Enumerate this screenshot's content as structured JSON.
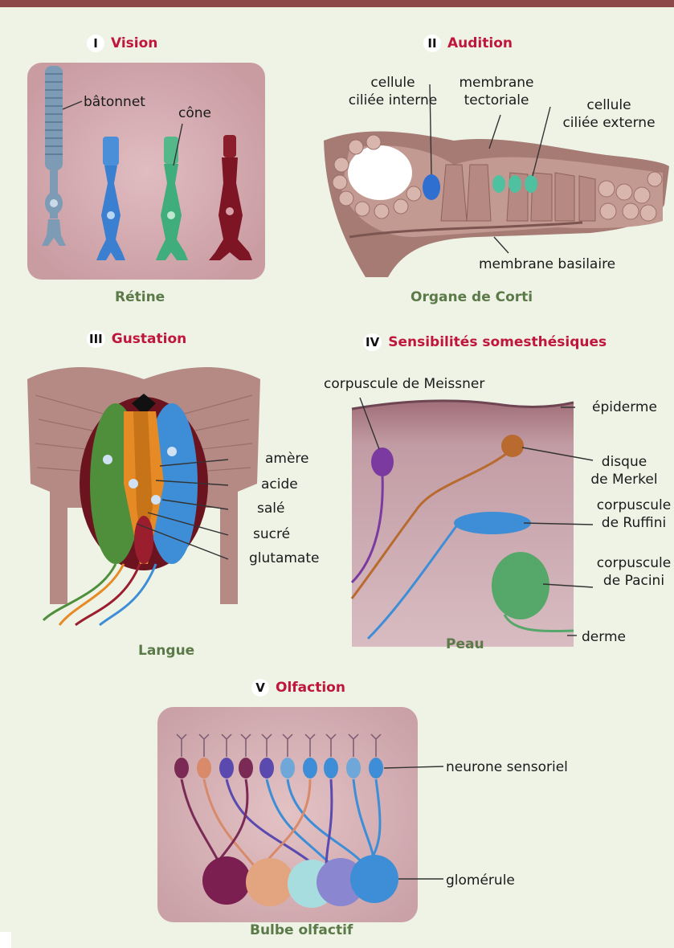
{
  "sections": [
    {
      "num": "I",
      "title": "Vision",
      "caption": "Rétine",
      "labels": {
        "batonnet": "bâtonnet",
        "cone": "cône"
      }
    },
    {
      "num": "II",
      "title": "Audition",
      "caption": "Organe de Corti",
      "labels": {
        "cci_1": "cellule",
        "cci_2": "ciliée interne",
        "mt_1": "membrane",
        "mt_2": "tectoriale",
        "cce_1": "cellule",
        "cce_2": "ciliée externe",
        "mb": "membrane basilaire"
      }
    },
    {
      "num": "III",
      "title": "Gustation",
      "caption": "Langue",
      "labels": {
        "amere": "amère",
        "acide": "acide",
        "sale": "salé",
        "sucre": "sucré",
        "glutamate": "glutamate"
      }
    },
    {
      "num": "IV",
      "title": "Sensibilités somesthésiques",
      "caption": "Peau",
      "labels": {
        "meissner": "corpuscule de Meissner",
        "epiderme": "épiderme",
        "merkel_1": "disque",
        "merkel_2": "de Merkel",
        "ruffini_1": "corpuscule",
        "ruffini_2": "de Ruffini",
        "pacini_1": "corpuscule",
        "pacini_2": "de Pacini",
        "derme": "derme"
      }
    },
    {
      "num": "V",
      "title": "Olfaction",
      "caption": "Bulbe olfactif",
      "labels": {
        "neurone": "neurone sensoriel",
        "glomerule": "glomérule"
      }
    }
  ],
  "colors": {
    "accent_title": "#c0163b",
    "caption": "#5b7a48",
    "background": "#eef3e6",
    "top_bar": "#8c4848"
  }
}
